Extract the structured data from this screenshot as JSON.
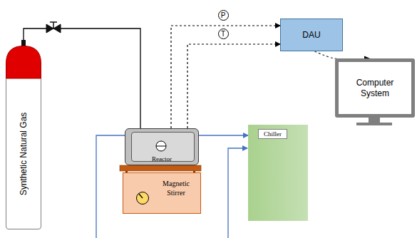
{
  "diagram": {
    "nodes": [
      {
        "text": [
          "Synthetic Natural Gas"
        ]
      },
      {
        "text": [
          "Reactor"
        ]
      },
      {
        "text": [
          "Magnetic Stirrer"
        ]
      },
      {
        "text": [
          "Chiller"
        ]
      },
      {
        "text": [
          "DAU"
        ]
      },
      {
        "text": [
          "Computer System"
        ]
      }
    ],
    "edges": [
      {
        "from": 0,
        "to": 1,
        "arrow": "none"
      },
      {
        "from": 1,
        "to": 4,
        "label": "P",
        "arrow": "to"
      },
      {
        "from": 1,
        "to": 4,
        "label": "T",
        "arrow": "to"
      },
      {
        "from": 4,
        "to": 5,
        "arrow": "to"
      },
      {
        "from": 1,
        "to": 3,
        "arrow": "to"
      }
    ]
  }
}
